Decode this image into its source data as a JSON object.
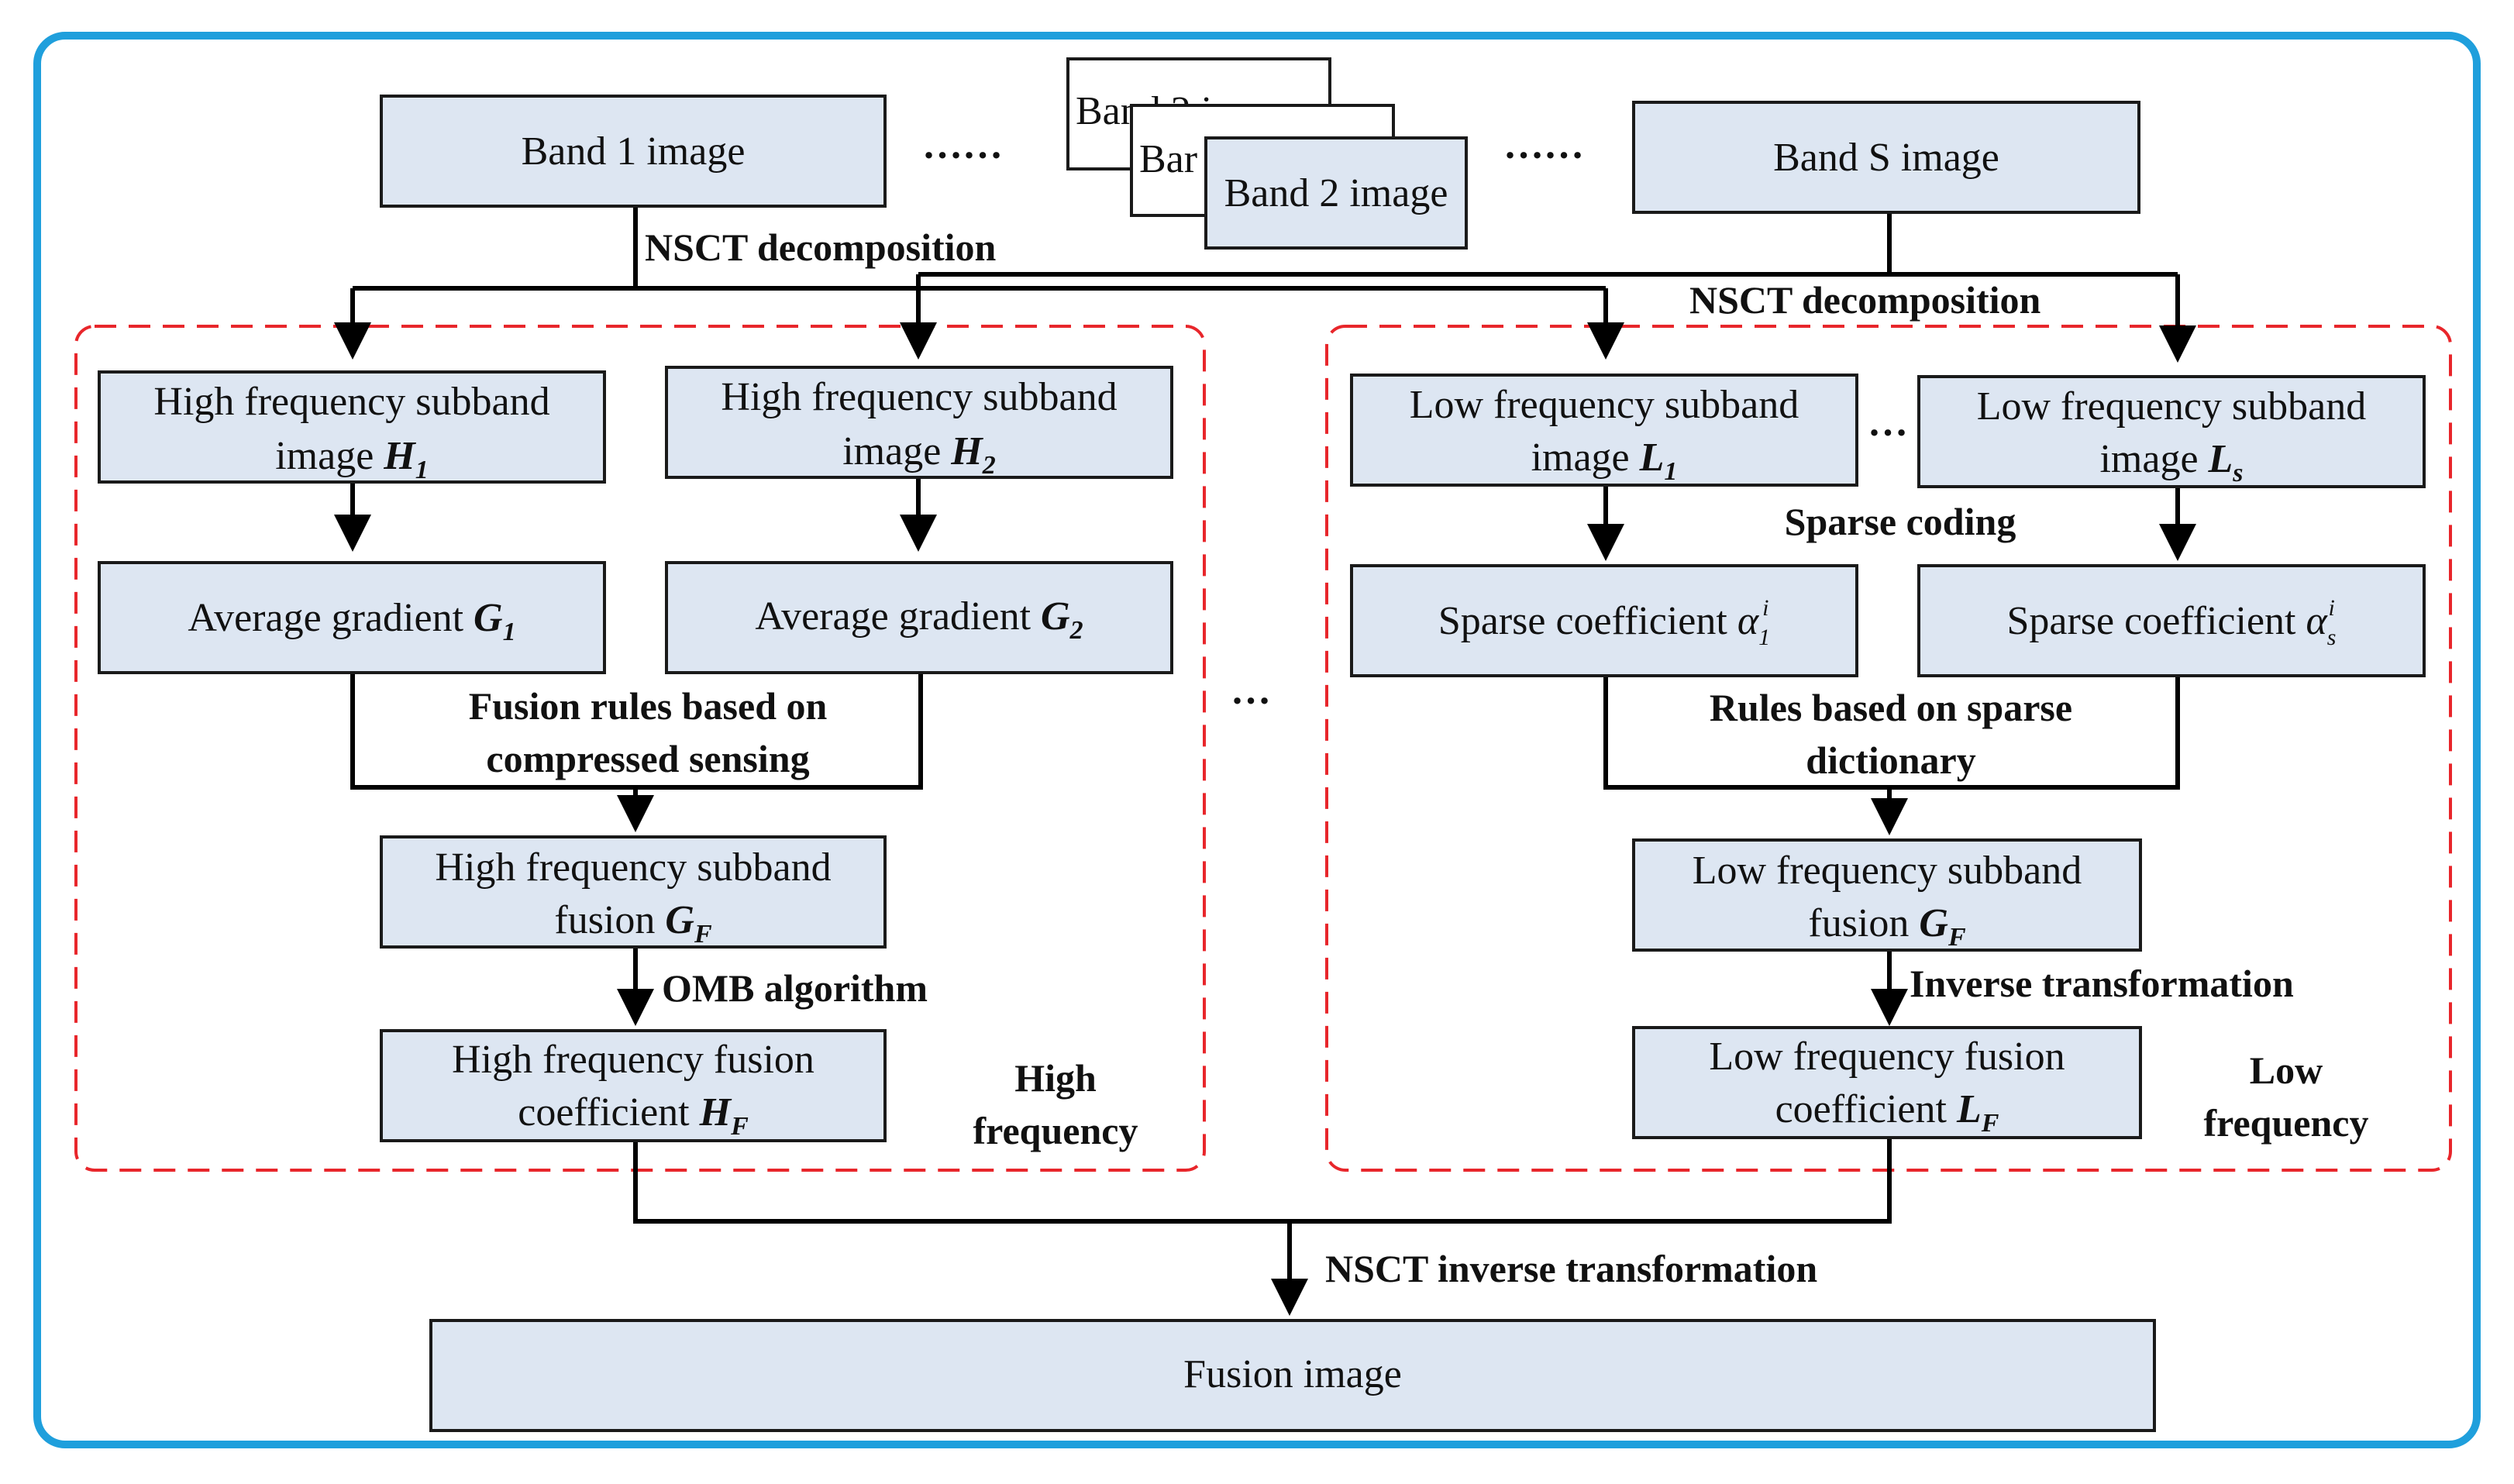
{
  "colors": {
    "frame": "#1f9fdc",
    "box_fill": "#dde6f2",
    "dashed_region": "#e8262b",
    "line": "#000000"
  },
  "inputs": {
    "band1": "Band 1 image",
    "band2": "Band 2 image",
    "band2_partial_a": "Band 2 i",
    "band2_partial_b": "Bar",
    "bandS": "Band S image",
    "ellipsis": "……"
  },
  "edges": {
    "nsct_decomposition": "NSCT decomposition",
    "omb_algorithm": "OMB algorithm",
    "inverse_transformation": "Inverse transformation",
    "nsct_inverse": "NSCT inverse transformation"
  },
  "high": {
    "subband1": {
      "line1": "High frequency subband",
      "line2": "image",
      "sym": "H",
      "sub": "1"
    },
    "subband2": {
      "line1": "High frequency subband",
      "line2": "image",
      "sym": "H",
      "sub": "2"
    },
    "grad1": {
      "text": "Average gradient",
      "sym": "G",
      "sub": "1"
    },
    "grad2": {
      "text": "Average gradient",
      "sym": "G",
      "sub": "2"
    },
    "rule": {
      "line1": "Fusion rules based on",
      "line2": "compressed sensing"
    },
    "fusion": {
      "line1": "High frequency subband",
      "line2": "fusion",
      "sym": "G",
      "sub": "F"
    },
    "coef": {
      "line1": "High frequency fusion",
      "line2": "coefficient",
      "sym": "H",
      "sub": "F"
    },
    "region": {
      "line1": "High",
      "line2": "frequency"
    }
  },
  "low": {
    "subband1": {
      "line1": "Low frequency subband",
      "line2": "image",
      "sym": "L",
      "sub": "1"
    },
    "subbandS": {
      "line1": "Low frequency subband",
      "line2": "image",
      "sym": "L",
      "sub": "s"
    },
    "sparse_coding": "Sparse coding",
    "coef1": {
      "text": "Sparse coefficient",
      "sym": "α",
      "sub": "1",
      "sup": "i"
    },
    "coefS": {
      "text": "Sparse coefficient",
      "sym": "α",
      "sub": "s",
      "sup": "i"
    },
    "rule": {
      "line1": "Rules based on sparse",
      "line2": "dictionary"
    },
    "fusion": {
      "line1": "Low frequency subband",
      "line2": "fusion",
      "sym": "G",
      "sub": "F"
    },
    "coef": {
      "line1": "Low frequency fusion",
      "line2": "coefficient",
      "sym": "L",
      "sub": "F"
    },
    "region": {
      "line1": "Low",
      "line2": "frequency"
    }
  },
  "misc": {
    "between_regions": "…",
    "between_low_boxes": "…"
  },
  "output": {
    "fusion_image": "Fusion image"
  }
}
